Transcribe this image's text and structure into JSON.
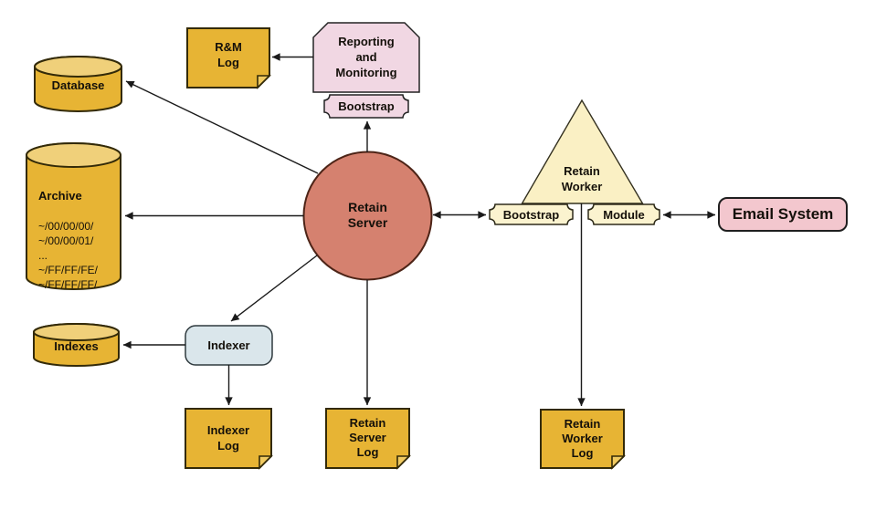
{
  "palette": {
    "gold": "#E7B434",
    "gold_top": "#F0D07A",
    "cream": "#FBF3CF",
    "triangle_cream": "#FAF0C4",
    "pink": "#F1D7E3",
    "rose_pink": "#F3C7CE",
    "light_blue": "#DAE6EB",
    "salmon": "#D5816F",
    "line": "#1A1A1A",
    "background": "#FFFFFF"
  },
  "nodes": {
    "database": {
      "label": "Database"
    },
    "archive": {
      "title": "Archive",
      "paths": "~/00/00/00/\n~/00/00/01/\n...\n~/FF/FF/FE/\n~/FF/FF/FF/"
    },
    "indexes": {
      "label": "Indexes"
    },
    "rm_log": {
      "label": "R&M\nLog"
    },
    "reporting": {
      "label": "Reporting\nand\nMonitoring"
    },
    "reporting_bootstrap": {
      "label": "Bootstrap"
    },
    "retain_server": {
      "label": "Retain\nServer"
    },
    "retain_worker": {
      "label": "Retain\nWorker"
    },
    "worker_bootstrap": {
      "label": "Bootstrap"
    },
    "worker_module": {
      "label": "Module"
    },
    "email_system": {
      "label": "Email System"
    },
    "indexer": {
      "label": "Indexer"
    },
    "indexer_log": {
      "label": "Indexer\nLog"
    },
    "retain_server_log": {
      "label": "Retain\nServer\nLog"
    },
    "retain_worker_log": {
      "label": "Retain\nWorker\nLog"
    }
  }
}
